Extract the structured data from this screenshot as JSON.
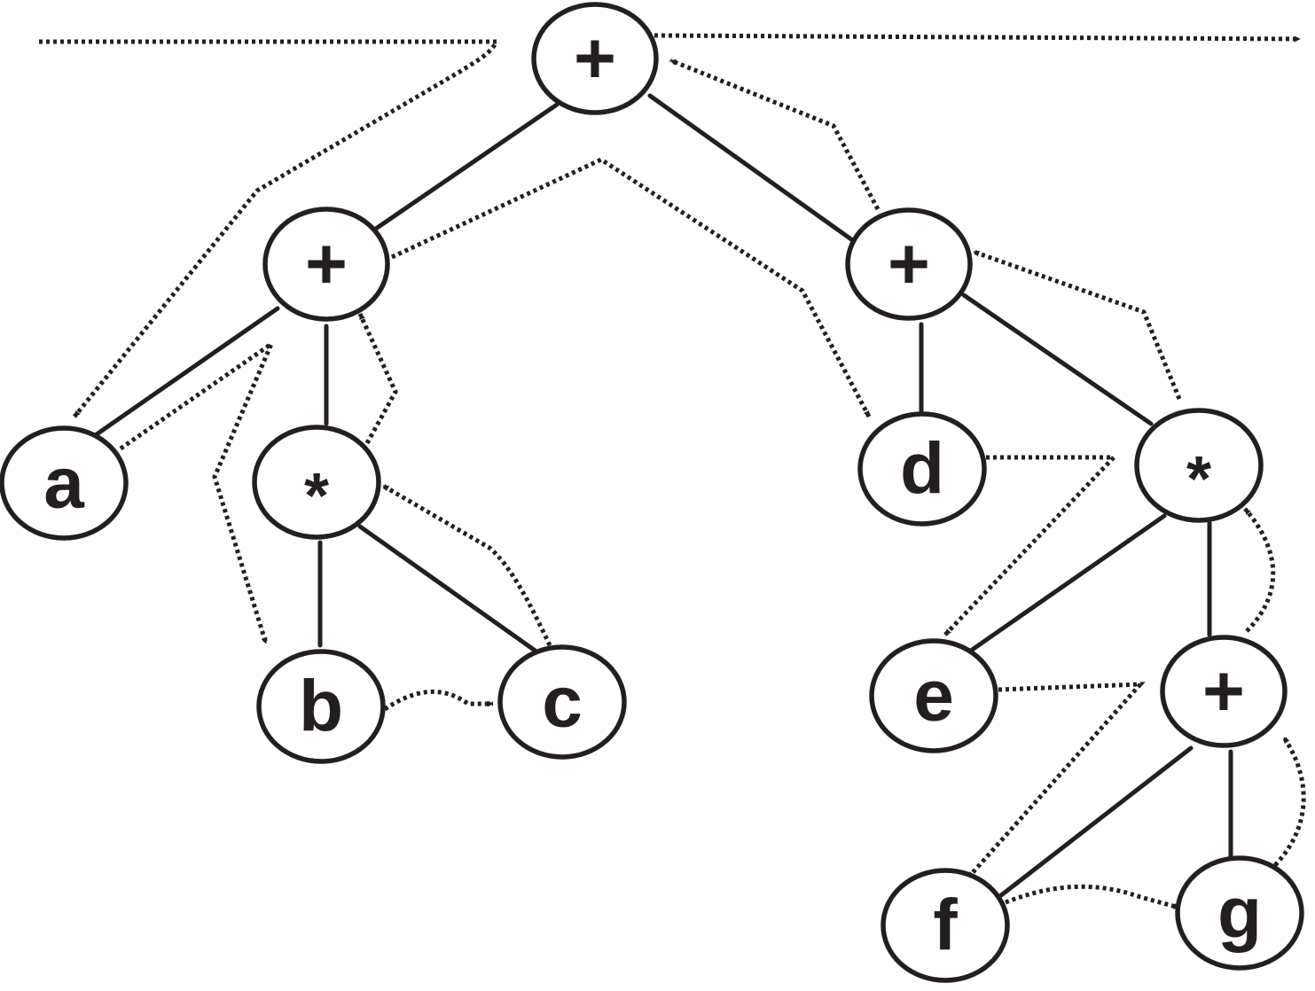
{
  "diagram": {
    "type": "expression-tree-traversal",
    "stroke_color": "#231f20",
    "background_color": "#ffffff",
    "nodes": [
      {
        "id": "root",
        "label": "+"
      },
      {
        "id": "plus-left",
        "label": "+"
      },
      {
        "id": "plus-right",
        "label": "+"
      },
      {
        "id": "leaf-a",
        "label": "a"
      },
      {
        "id": "mul-left",
        "label": "*"
      },
      {
        "id": "leaf-d",
        "label": "d"
      },
      {
        "id": "mul-right",
        "label": "*"
      },
      {
        "id": "leaf-b",
        "label": "b"
      },
      {
        "id": "leaf-c",
        "label": "c"
      },
      {
        "id": "leaf-e",
        "label": "e"
      },
      {
        "id": "plus-lower",
        "label": "+"
      },
      {
        "id": "leaf-f",
        "label": "f"
      },
      {
        "id": "leaf-g",
        "label": "g"
      }
    ],
    "edges": [
      {
        "from": "root",
        "to": "plus-left"
      },
      {
        "from": "root",
        "to": "plus-right"
      },
      {
        "from": "plus-left",
        "to": "leaf-a"
      },
      {
        "from": "plus-left",
        "to": "mul-left"
      },
      {
        "from": "mul-left",
        "to": "leaf-b"
      },
      {
        "from": "mul-left",
        "to": "leaf-c"
      },
      {
        "from": "plus-right",
        "to": "leaf-d"
      },
      {
        "from": "plus-right",
        "to": "mul-right"
      },
      {
        "from": "mul-right",
        "to": "leaf-e"
      },
      {
        "from": "mul-right",
        "to": "plus-lower"
      },
      {
        "from": "plus-lower",
        "to": "leaf-f"
      },
      {
        "from": "plus-lower",
        "to": "leaf-g"
      }
    ],
    "traversal_line_style": "dotted-with-arrowheads"
  }
}
